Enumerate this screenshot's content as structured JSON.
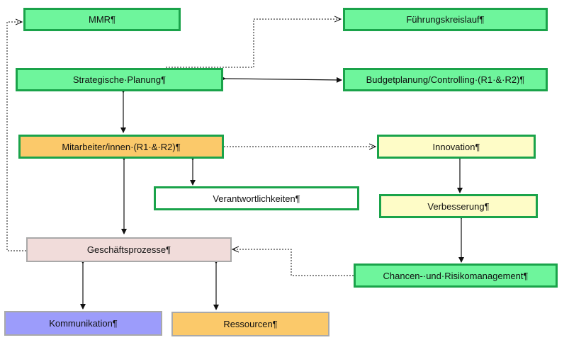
{
  "colors": {
    "green_fill": "#6ef59c",
    "orange_fill": "#fbc96a",
    "yellow_fill": "#fefcc7",
    "pink_fill": "#f1dcda",
    "blue_fill": "#9c9cfb",
    "white_fill": "#ffffff",
    "green_border": "#1aa34a",
    "gray_border": "#a9a9a9",
    "arrow": "#111111"
  },
  "nodes": {
    "mmr": "MMR¶",
    "fuehrungskreislauf": "Führungskreislauf¶",
    "strategische_planung": "Strategische·Planung¶",
    "budgetplanung": "Budgetplanung/Controlling·(R1·&·R2)¶",
    "mitarbeiter": "Mitarbeiter/innen·(R1·&·R2)¶",
    "innovation": "Innovation¶",
    "verantwortlichkeiten": "Verantwortlichkeiten¶",
    "verbesserung": "Verbesserung¶",
    "geschaeftsprozesse": "Geschäftsprozesse¶",
    "chancen_risiko": "Chancen-·und·Risikomanagement¶",
    "kommunikation": "Kommunikation¶",
    "ressourcen": "Ressourcen¶"
  }
}
